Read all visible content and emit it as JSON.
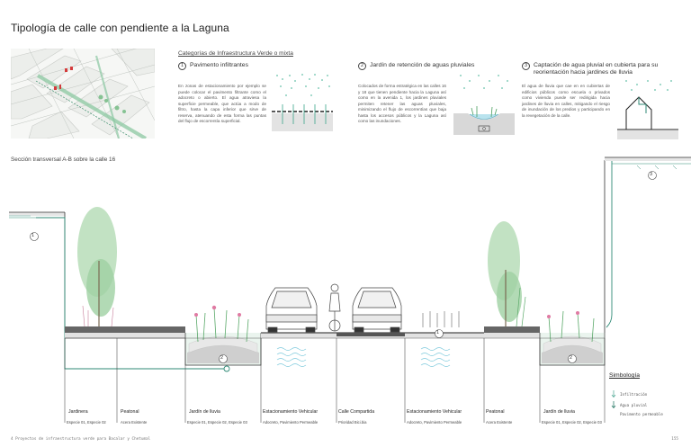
{
  "title": "Tipología de calle con pendiente a la Laguna",
  "categories_title": "Categorías de Infraestructura Verde o mixta",
  "categories": [
    {
      "number": "1",
      "heading": "Pavimento infiltrantes",
      "text": "En zonas de estacionamiento por ejemplo se puede colocar el pavimento filtrante como el adocreto o abierto. El agua atraviesa la superficie permeable, que actúa a modo de filtro, hasta la capa inferior que sirve de reserva, atenuando de esta forma las puntas del flujo de escorrentía superficial."
    },
    {
      "number": "2",
      "heading": "Jardín de retención de aguas pluviales",
      "text": "Colocados de forma estratégica en las calles 16 y 18 que tienen pendiente hacia la Laguna así como en la avenida 1, los jardines pluviales permiten retener las aguas pluviales, minimizando el flujo de escorrentías que baja hasta los accesos públicos y la Laguna así como las inundaciones."
    },
    {
      "number": "3",
      "heading": "Captación de agua pluvial en cubierta para su reorientación hacia jardines de lluvia",
      "text": "El agua de lluvia que cae en en cubiertas de edificios públicos como escuela o privados como vivienda puede ser redirigida hacia jardines de lluvia en calles, mitigando el riesgo de inundación de los predios y participando en la revegetación de la calle."
    }
  ],
  "section_title": "Sección transversal A-B sobre la calle 16",
  "markers": [
    "1",
    "2",
    "3"
  ],
  "zones": [
    {
      "label": "Jardinera",
      "sub": "Especie 01, Especie 02"
    },
    {
      "label": "Peatonal",
      "sub": "Acera Existente"
    },
    {
      "label": "Jardín de lluvia",
      "sub": "Especie 01, Especie 02, Especie 03"
    },
    {
      "label": "Estacionamiento Vehicular",
      "sub": "Adocreto, Pavimiento Permeable"
    },
    {
      "label": "Calle Compartida",
      "sub": "Prioridad Bici.bia"
    },
    {
      "label": "Estacionamiento Vehicular",
      "sub": "Adocreto, Pavimiento Permeable"
    },
    {
      "label": "Peatonal",
      "sub": "Acera Existente"
    },
    {
      "label": "Jardín de lluvia",
      "sub": "Especie 01, Especie 02, Especie 03"
    }
  ],
  "legend": {
    "title": "Simbología",
    "items": [
      {
        "label": "Infiltración",
        "icon": "arrow-down-icon",
        "color": "#5cae9c"
      },
      {
        "label": "Agua pluvial",
        "icon": "rain-arrow-icon",
        "color": "#2f7d6b"
      },
      {
        "label": "Pavimento permeable",
        "icon": "dash-line-icon",
        "color": "#666666"
      }
    ]
  },
  "footer": {
    "left": "4    Proyectos de infraestructura verde para Bacalar y Chetumal",
    "right": "155"
  },
  "colors": {
    "accent": "#2f8a76",
    "water": "#7cc9dc",
    "plant": "#8fc79a",
    "soil": "#cfcfcf"
  }
}
